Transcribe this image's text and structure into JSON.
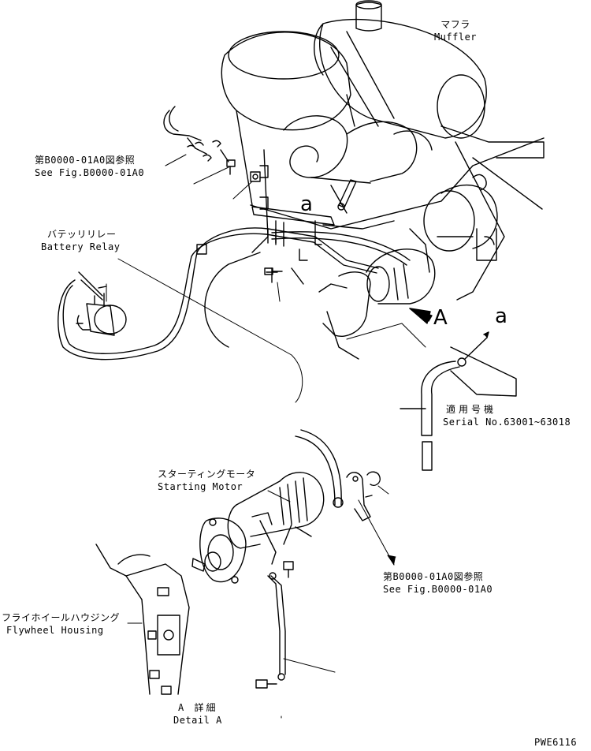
{
  "labels": {
    "muffler_jp": "マフラ",
    "muffler_en": "Muffler",
    "see_fig_top_jp": "第B0000-01A0図参照",
    "see_fig_top_en": "See Fig.B0000-01A0",
    "battery_relay_jp": "バテッリリレー",
    "battery_relay_en": "Battery Relay",
    "marker_a_lower_top": "a",
    "marker_a_lower_right": "a",
    "marker_A_big": "A",
    "serial_jp": "適用号機",
    "serial_en": "Serial No.63001~63018",
    "starting_motor_jp": "スターティングモータ",
    "starting_motor_en": "Starting Motor",
    "see_fig_bottom_jp": "第B0000-01A0図参照",
    "see_fig_bottom_en": "See Fig.B0000-01A0",
    "flywheel_jp": "フライホイールハウジング",
    "flywheel_en": "Flywheel Housing",
    "detail_a_jp": "A 詳細",
    "detail_a_en": "Detail A",
    "drawing_code": "PWE6116"
  }
}
